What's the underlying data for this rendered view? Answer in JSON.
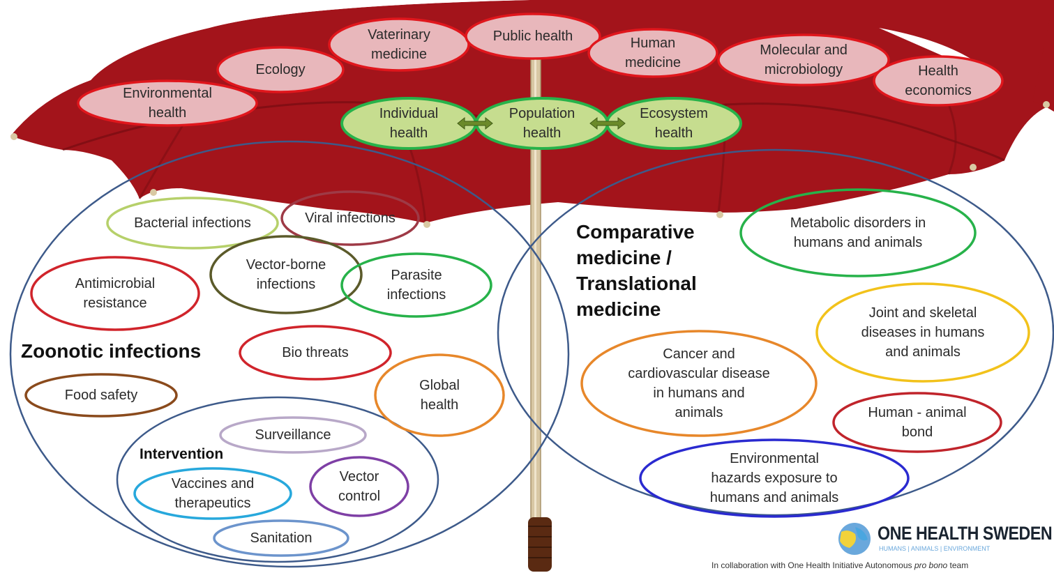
{
  "umbrella": {
    "disciplines": [
      {
        "id": "environmental-health",
        "label": "Environmental\nhealth"
      },
      {
        "id": "ecology",
        "label": "Ecology"
      },
      {
        "id": "vaterinary-medicine",
        "label": "Vaterinary\nmedicine"
      },
      {
        "id": "public-health",
        "label": "Public health"
      },
      {
        "id": "human-medicine",
        "label": "Human\nmedicine"
      },
      {
        "id": "molecular-microbiology",
        "label": "Molecular and\nmicrobiology"
      },
      {
        "id": "health-economics",
        "label": "Health\neconomics"
      }
    ],
    "levels": [
      {
        "id": "individual-health",
        "label": "Individual\nhealth"
      },
      {
        "id": "population-health",
        "label": "Population\nhealth"
      },
      {
        "id": "ecosystem-health",
        "label": "Ecosystem\nhealth"
      }
    ]
  },
  "zoonotic": {
    "title": "Zoonotic infections",
    "items": [
      {
        "id": "bacterial-infections",
        "label": "Bacterial infections",
        "color": "#b6d06a"
      },
      {
        "id": "viral-infections",
        "label": "Viral infections",
        "color": "#9e3a46"
      },
      {
        "id": "vector-borne-infections",
        "label": "Vector-borne\ninfections",
        "color": "#5b5a2a"
      },
      {
        "id": "parasite-infections",
        "label": "Parasite\ninfections",
        "color": "#27b24a"
      },
      {
        "id": "antimicrobial-resistance",
        "label": "Antimicrobial\nresistance",
        "color": "#d0242b"
      },
      {
        "id": "bio-threats",
        "label": "Bio threats",
        "color": "#d0242b"
      },
      {
        "id": "food-safety",
        "label": "Food safety",
        "color": "#8a4a1c"
      },
      {
        "id": "global-health",
        "label": "Global\nhealth",
        "color": "#e7872a"
      }
    ],
    "intervention": {
      "title": "Intervention",
      "items": [
        {
          "id": "surveillance",
          "label": "Surveillance",
          "color": "#b8a8c8"
        },
        {
          "id": "vaccines-therapeutics",
          "label": "Vaccines and\ntherapeutics",
          "color": "#27a8dc"
        },
        {
          "id": "vector-control",
          "label": "Vector\ncontrol",
          "color": "#7e3fa5"
        },
        {
          "id": "sanitation",
          "label": "Sanitation",
          "color": "#6c94cc"
        }
      ]
    }
  },
  "comparative": {
    "title": "Comparative\nmedicine /\nTranslational\nmedicine",
    "items": [
      {
        "id": "metabolic-disorders",
        "label": "Metabolic disorders in\nhumans and animals",
        "color": "#27b24a"
      },
      {
        "id": "joint-skeletal",
        "label": "Joint and skeletal\ndiseases in humans\nand animals",
        "color": "#f2c21b"
      },
      {
        "id": "cancer-cardiovascular",
        "label": "Cancer and\ncardiovascular disease\nin humans and\nanimals",
        "color": "#e7872a"
      },
      {
        "id": "human-animal-bond",
        "label": "Human - animal\nbond",
        "color": "#c0242b"
      },
      {
        "id": "environmental-hazards",
        "label": "Environmental\nhazards exposure to\nhumans and animals",
        "color": "#2a2ad0"
      }
    ]
  },
  "logo": {
    "name": "ONE HEALTH SWEDEN",
    "tagline": "HUMANS | ANIMALS | ENVIRONMENT",
    "collab_prefix": "In collaboration with One Health Initiative Autonomous ",
    "collab_italic": "pro bono",
    "collab_suffix": " team"
  },
  "colors": {
    "canopy": "#a3141b",
    "canopy_dark": "#6e0a10",
    "discipline_fill": "#e8b7bb",
    "discipline_stroke": "#e0161c",
    "level_fill": "#c6dd8f",
    "level_stroke": "#27b24a",
    "venn_stroke": "#3d5a8a"
  }
}
